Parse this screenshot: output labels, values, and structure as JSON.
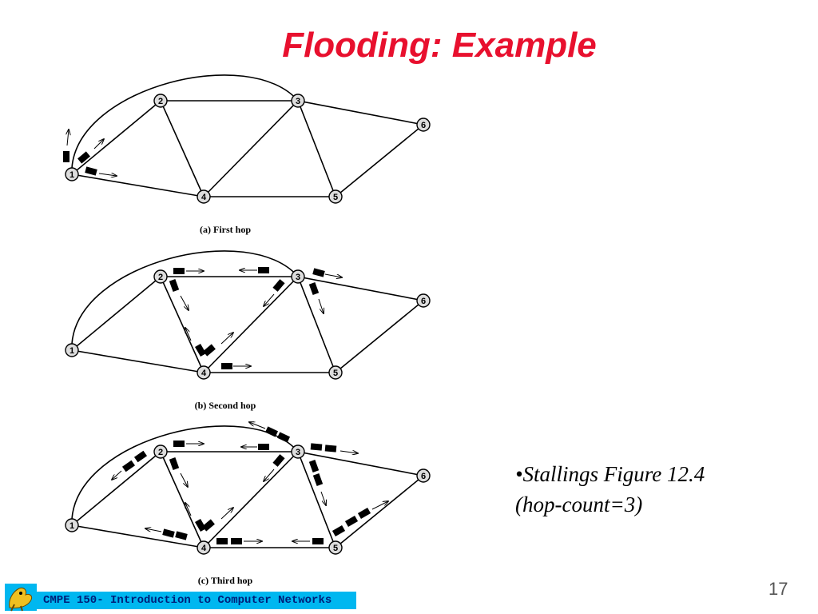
{
  "slide": {
    "title": "Flooding: Example",
    "note_line1": "•Stallings Figure 12.4",
    "note_line2": "(hop-count=3)",
    "footer": "CMPE 150- Introduction to Computer Networks",
    "page_number": "17"
  },
  "diagrams": [
    {
      "caption": "(a) First hop"
    },
    {
      "caption": "(b) Second hop"
    },
    {
      "caption": "(c) Third hop"
    }
  ],
  "network": {
    "node_labels": [
      "1",
      "2",
      "3",
      "4",
      "5",
      "6"
    ],
    "links": [
      [
        1,
        2
      ],
      [
        1,
        4
      ],
      [
        1,
        3
      ],
      [
        2,
        3
      ],
      [
        2,
        4
      ],
      [
        3,
        4
      ],
      [
        3,
        5
      ],
      [
        3,
        6
      ],
      [
        4,
        5
      ],
      [
        5,
        6
      ]
    ]
  },
  "colors": {
    "title": "#e8102e",
    "footer_bar": "#00b7f0",
    "footer_text": "#00207a"
  },
  "icons": [
    "packet-icon",
    "arrow-icon",
    "logo-icon"
  ]
}
